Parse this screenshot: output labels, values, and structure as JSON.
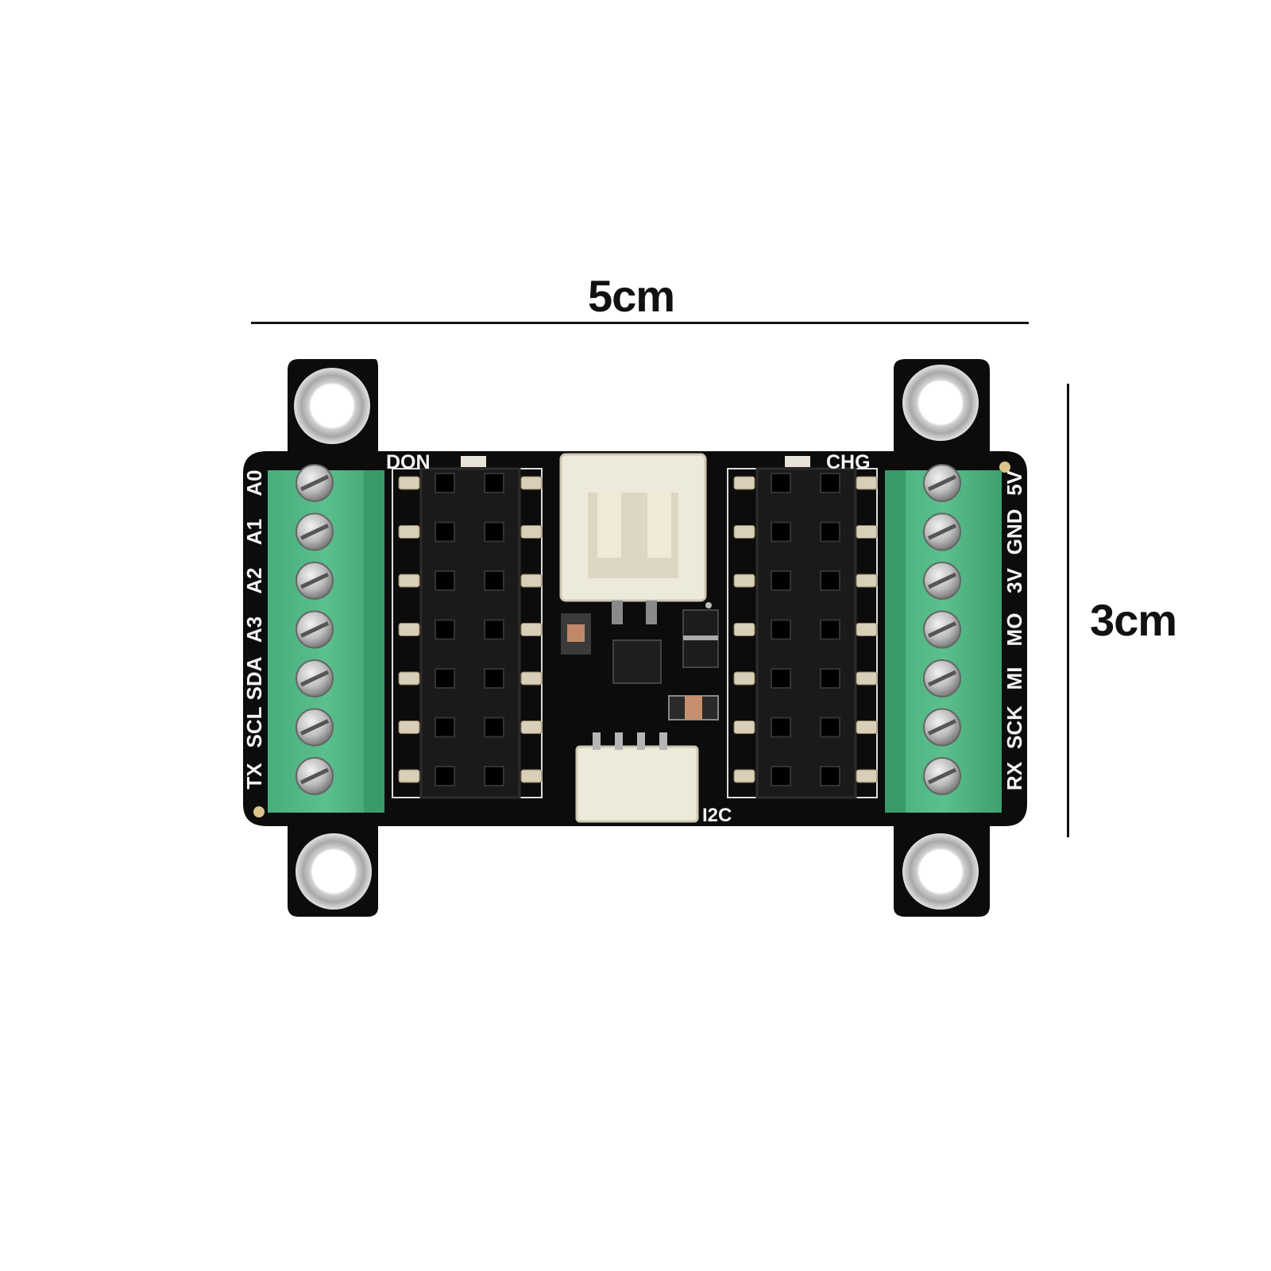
{
  "dimensions": {
    "width_label": "5cm",
    "height_label": "3cm"
  },
  "board": {
    "left_pins": [
      "A0",
      "A1",
      "A2",
      "A3",
      "SDA",
      "SCL",
      "TX"
    ],
    "right_pins": [
      "5V",
      "GND",
      "3V",
      "MO",
      "MI",
      "SCK",
      "RX"
    ],
    "led_left": "DON",
    "led_right": "CHG",
    "connector_label": "I2C"
  },
  "colors": {
    "pcb": "#0c0c0c",
    "terminal_block": "#52b985",
    "header": "#1a1a1a",
    "jst": "#eeeadb",
    "silkscreen": "#f4f4f4"
  }
}
